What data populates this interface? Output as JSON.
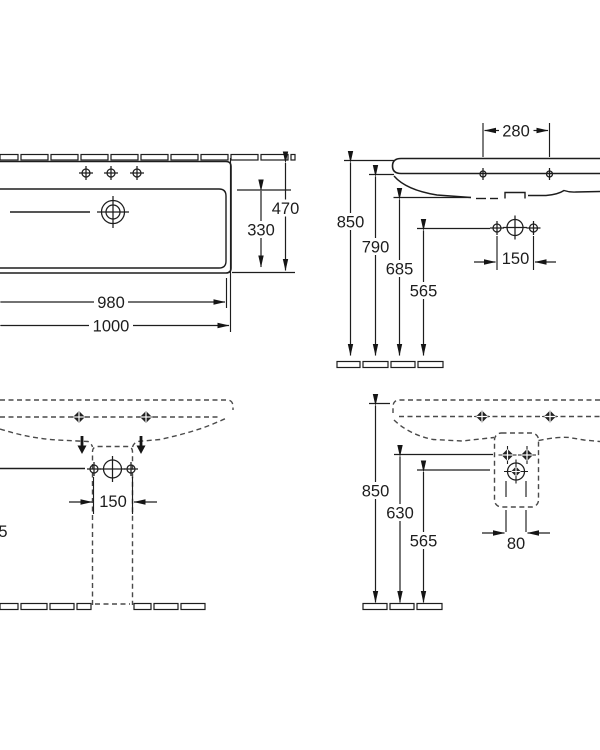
{
  "drawing": {
    "type": "washbasin-installation-dimensions",
    "units": "mm",
    "colors": {
      "line": "#1d1d1d",
      "dashed": "#4a4a4a",
      "background": "#ffffff"
    }
  },
  "views": {
    "top": {
      "inner_width": "980",
      "outer_width": "1000",
      "inner_depth": "330",
      "outer_depth": "470"
    },
    "wall": {
      "hole_spacing": "280",
      "tap_spacing": "150",
      "height_total": "850",
      "height_rim": "790",
      "height_underside": "685",
      "height_taps": "565"
    },
    "front": {
      "tap_spacing": "150",
      "height_partial": "5"
    },
    "side": {
      "height_total": "850",
      "height_fixing": "630",
      "height_outlet": "565",
      "outlet_spacing": "80"
    }
  }
}
